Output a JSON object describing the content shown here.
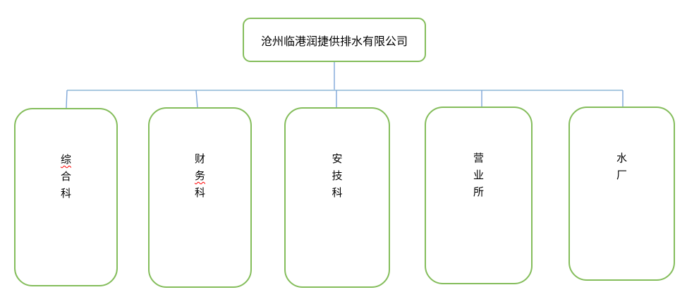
{
  "window": {
    "background": "#ffffff"
  },
  "org_chart": {
    "root": {
      "label": "沧州临港润捷供排水有限公司"
    },
    "departments": [
      {
        "label": "综合科",
        "spellcheck_chars": "综"
      },
      {
        "label": "财务科",
        "spellcheck_chars": "务"
      },
      {
        "label": "安技科",
        "spellcheck_chars": ""
      },
      {
        "label": "营业所",
        "spellcheck_chars": ""
      },
      {
        "label": "水厂",
        "spellcheck_chars": ""
      }
    ],
    "colors": {
      "box_border": "#84bd5b",
      "connector_vertical": "#7ea6d8",
      "connector_horizontal": "#a9c9e0",
      "spellcheck_underline": "#ff0000",
      "text": "#000000"
    }
  }
}
